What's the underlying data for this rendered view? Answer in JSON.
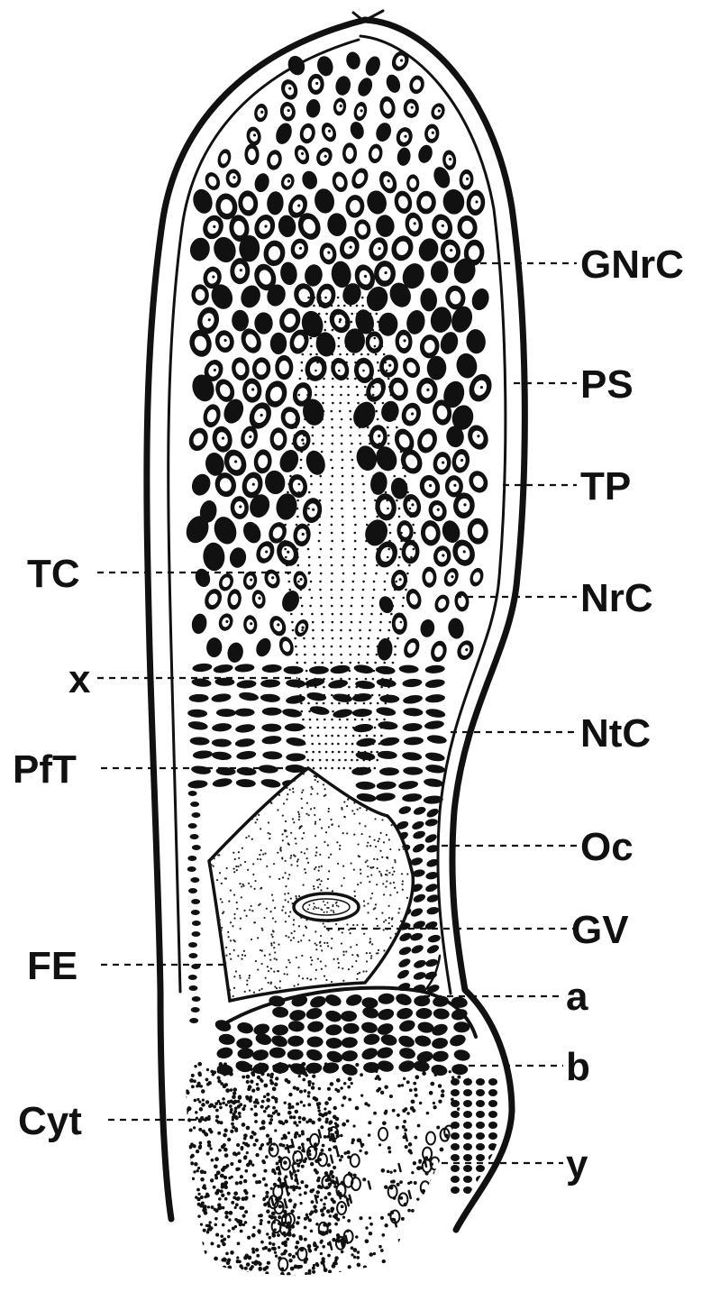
{
  "figure": {
    "labels_right": [
      {
        "id": "gnrc",
        "text": "GNrC"
      },
      {
        "id": "ps",
        "text": "PS"
      },
      {
        "id": "tp",
        "text": "TP"
      },
      {
        "id": "nrc",
        "text": "NrC"
      },
      {
        "id": "ntc",
        "text": "NtC"
      },
      {
        "id": "oc",
        "text": "Oc"
      },
      {
        "id": "gv",
        "text": "GV"
      },
      {
        "id": "a",
        "text": "a"
      },
      {
        "id": "b",
        "text": "b"
      },
      {
        "id": "y",
        "text": "y"
      }
    ],
    "labels_left": [
      {
        "id": "tc",
        "text": "TC"
      },
      {
        "id": "x",
        "text": "x"
      },
      {
        "id": "pft",
        "text": "PfT"
      },
      {
        "id": "fe",
        "text": "FE"
      },
      {
        "id": "cyt",
        "text": "Cyt"
      }
    ]
  }
}
